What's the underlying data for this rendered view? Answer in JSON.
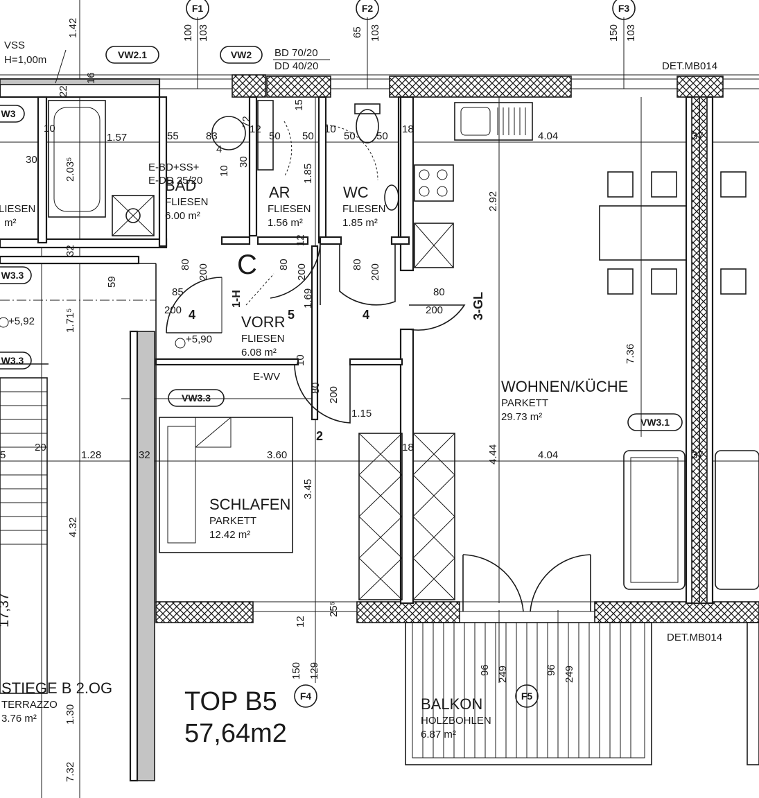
{
  "title": {
    "unit": "TOP B5",
    "area": "57,64m2"
  },
  "axes": [
    "F1",
    "F2",
    "F3",
    "F4",
    "F5"
  ],
  "wall_tags": {
    "vw2_1": "VW2.1",
    "vw2": "VW2",
    "vw3_a": "W3",
    "vw3_3a": "W3.3",
    "vw3_3b": "W3.3",
    "vw3_3c": "VW3.3",
    "vw3_1": "VW3.1"
  },
  "details": {
    "top": "DET.MB014",
    "bottom": "DET.MB014"
  },
  "notes": {
    "vss_1": "VSS",
    "vss_2": "H=1,00m",
    "bd": "BD 70/20",
    "dd": "DD 40/20",
    "ebd_1": "E-BD+SS+",
    "ebd_2": "E-DD 25/20",
    "ewv": "E-WV",
    "door_c": "C"
  },
  "levels": {
    "stair": "+5,92",
    "hall": "+5,90"
  },
  "rooms": {
    "bad": {
      "name": "BAD",
      "floor": "FLIESEN",
      "area": "6.00 m²"
    },
    "ar": {
      "name": "AR",
      "floor": "FLIESEN",
      "area": "1.56 m²"
    },
    "wc": {
      "name": "WC",
      "floor": "FLIESEN",
      "area": "1.85 m²"
    },
    "vorr": {
      "name": "VORR",
      "floor": "FLIESEN",
      "area": "6.08 m²"
    },
    "wohnen": {
      "name": "WOHNEN/KÜCHE",
      "floor": "PARKETT",
      "area": "29.73 m²"
    },
    "schlafen": {
      "name": "SCHLAFEN",
      "floor": "PARKETT",
      "area": "12.42 m²"
    },
    "balkon": {
      "name": "BALKON",
      "floor": "HOLZBOHLEN",
      "area": "6.87 m²"
    },
    "stiege": {
      "name": "STIEGE B  2.OG",
      "floor": "TERRAZZO",
      "area": "3.76 m²"
    },
    "left_partial": {
      "floor": "LIESEN",
      "area": "m²"
    }
  },
  "door_labels": {
    "d4a": "4",
    "d5": "5",
    "d4b": "4",
    "d2": "2",
    "gl": "3-GL",
    "h": "1-H"
  },
  "dimensions": {
    "d142": "1.42",
    "f1a": "100",
    "f1b": "103",
    "f2a": "65",
    "f2b": "103",
    "f3a": "150",
    "f3b": "103",
    "d157": "1.57",
    "d55": "55",
    "d83": "83",
    "d12": "12",
    "d50a": "50",
    "d50b": "50",
    "d10": "10",
    "d50c": "50",
    "d50d": "50",
    "d18a": "18",
    "d404a": "4.04",
    "d37a": "37",
    "d15": "15",
    "d185": "1.85",
    "d292": "2.92",
    "d203": "2.03⁵",
    "d30": "30",
    "d10b": "10",
    "d22": "22",
    "d16": "16",
    "d72": "72",
    "d4": "4",
    "d30b": "30",
    "d10c": "10",
    "d80a": "80",
    "d200a": "200",
    "d85": "85",
    "d200b": "200",
    "d59": "59",
    "d171": "1.71⁵",
    "d80b": "80",
    "d200c": "200",
    "d12b": "12",
    "d169": "1.69",
    "d80c": "80",
    "d200d": "200",
    "d80d": "80",
    "d200e": "200",
    "d32a": "32",
    "d736": "7.36",
    "d10d": "10",
    "d80e": "80",
    "d200f": "200",
    "d115": "1.15",
    "d5": "5",
    "d20": "20",
    "d128": "1.28",
    "d32b": "32",
    "d360": "3.60",
    "d18b": "18",
    "d444": "4.44",
    "d404b": "4.04",
    "d37b": "37",
    "d345": "3.45",
    "d432": "4.32",
    "d12c": "12",
    "d25": "25⁵",
    "f4a": "150",
    "f4b": "129",
    "d96a": "96",
    "d249a": "249",
    "d96b": "96",
    "d249b": "249",
    "d130": "1.30",
    "d32c": "7.32",
    "d1737": "17,37"
  }
}
